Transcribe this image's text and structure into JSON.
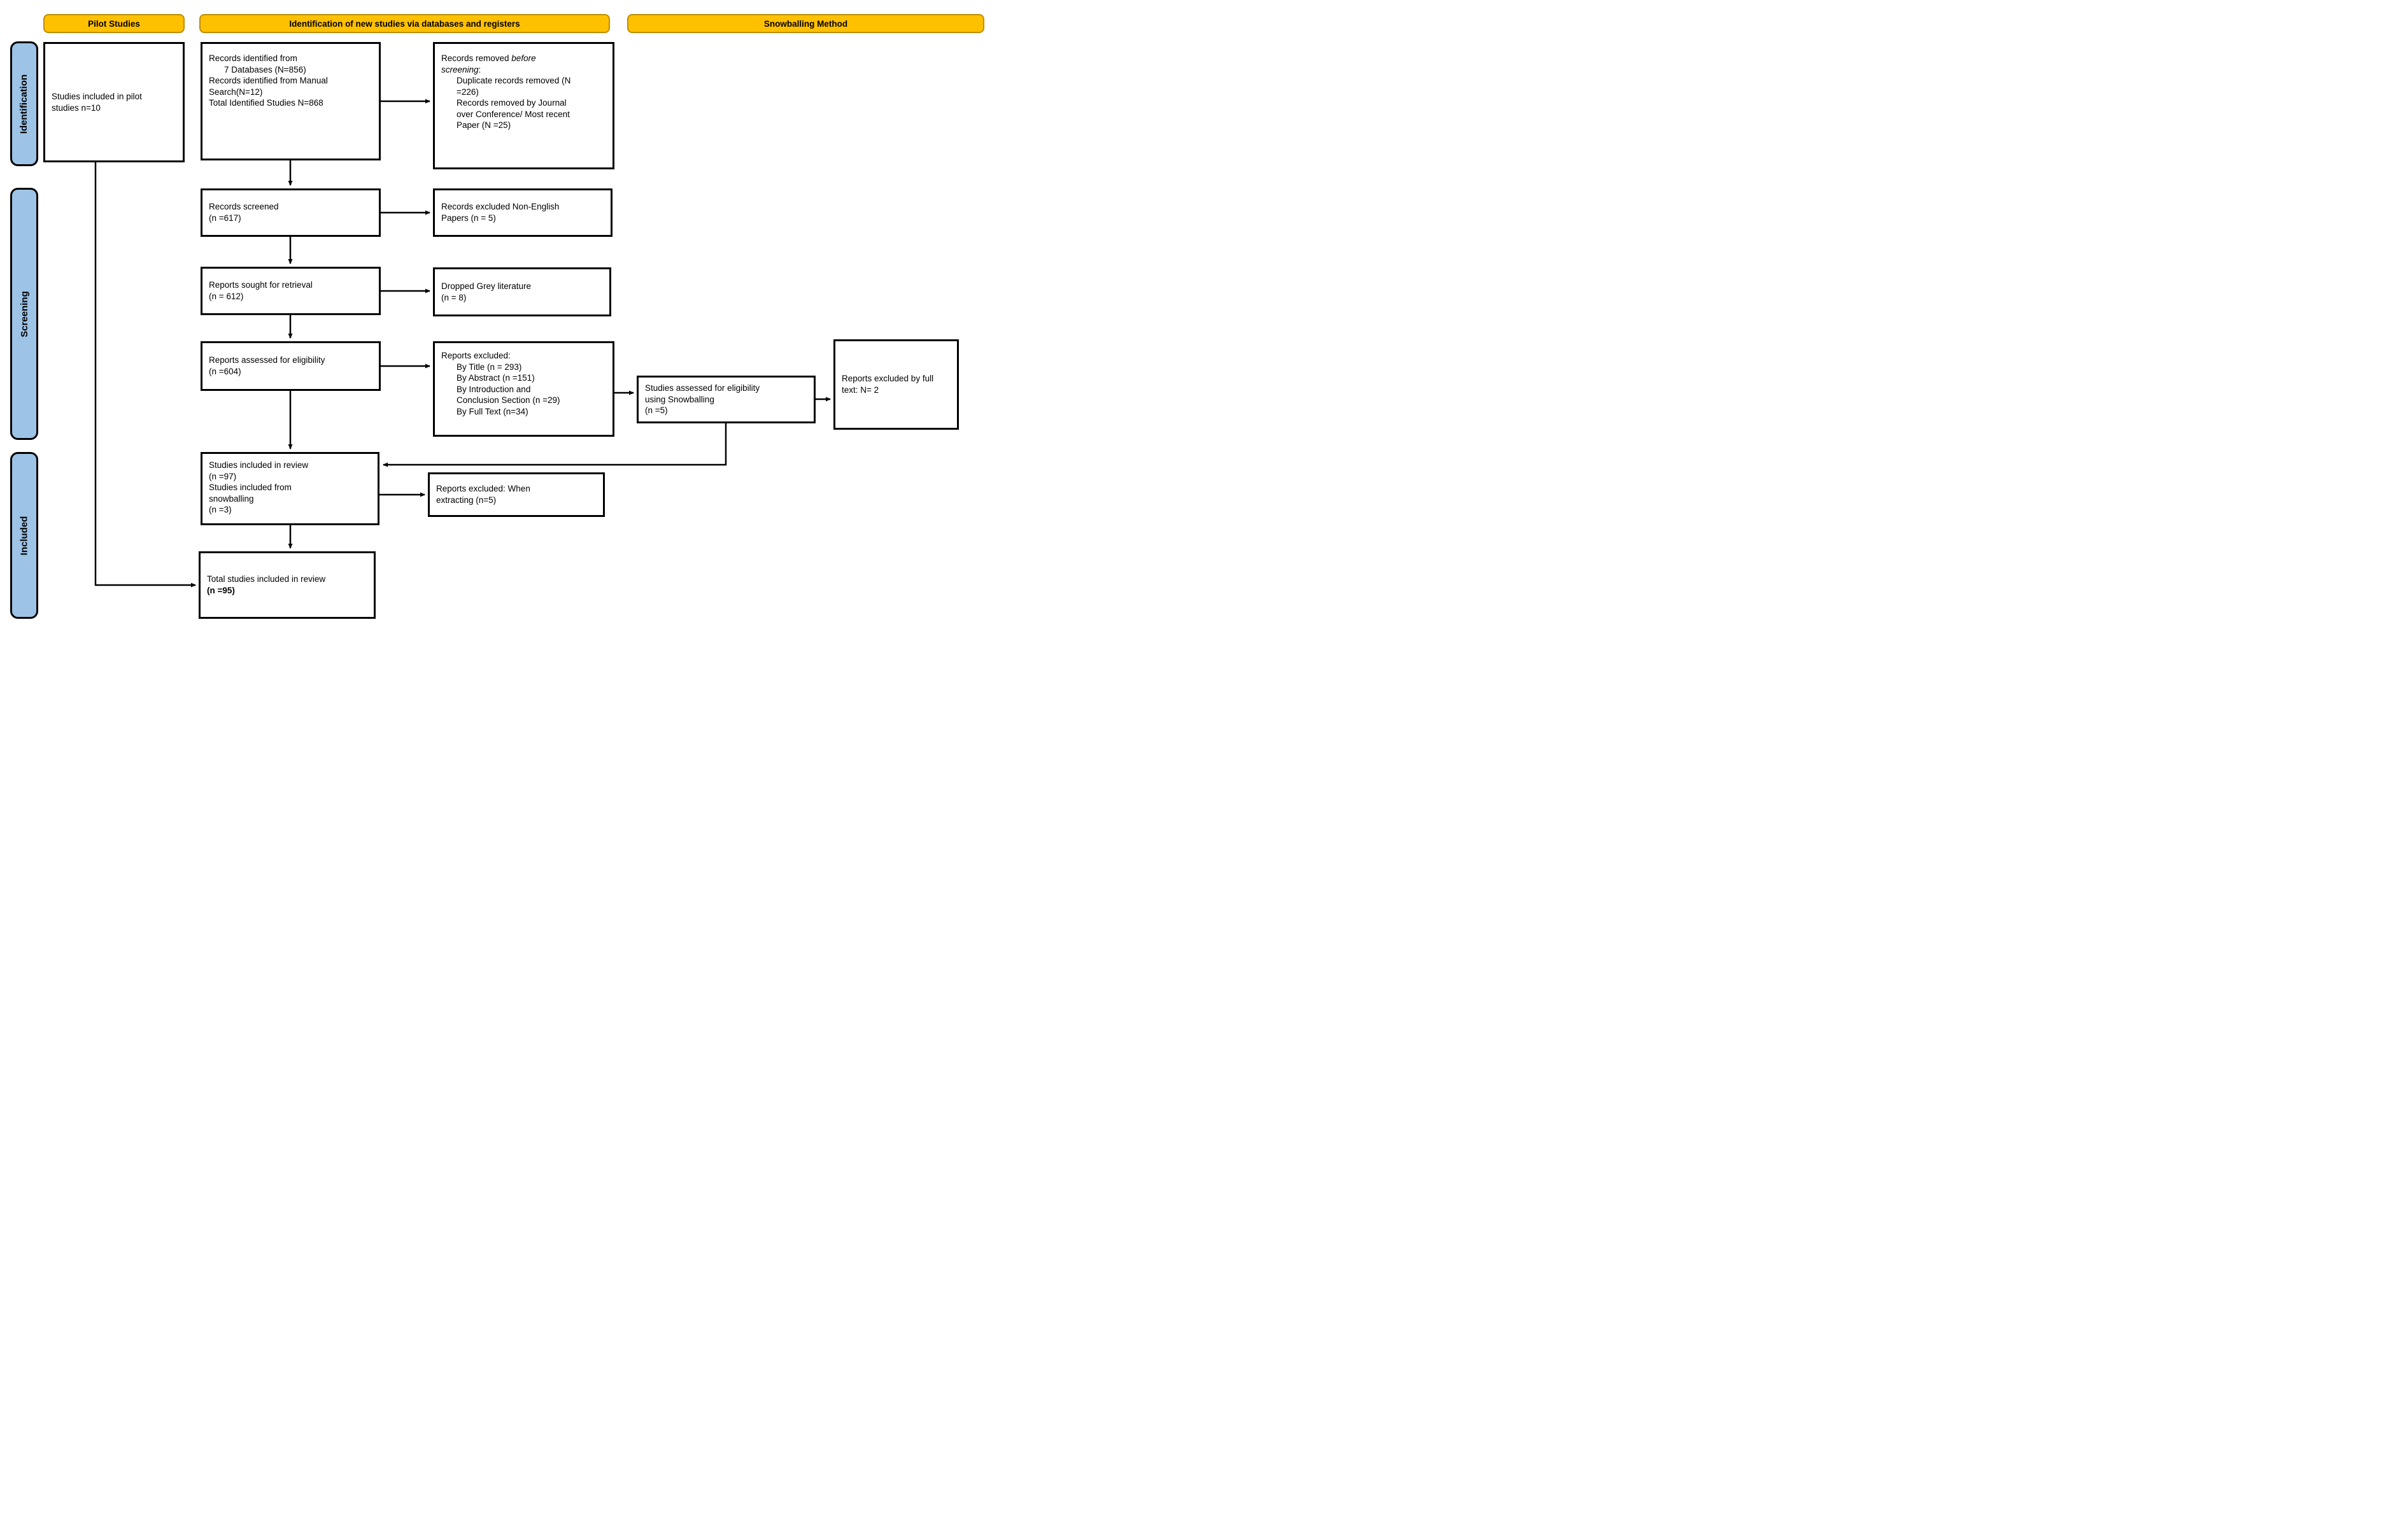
{
  "headers": {
    "pilot": "Pilot Studies",
    "databases": "Identification of new studies via databases and registers",
    "snowballing": "Snowballing Method"
  },
  "stages": {
    "identification": "Identification",
    "screening": "Screening",
    "included": "Included"
  },
  "colors": {
    "header_bg": "#FFC000",
    "header_border": "#BD8E00",
    "stage_bg": "#9DC3E6",
    "box_border": "#000000",
    "arrow": "#000000"
  },
  "boxes": {
    "pilot_included": {
      "lines": [
        "Studies included in pilot",
        "studies n=10"
      ]
    },
    "records_identified": {
      "lines": [
        "Records identified from",
        "7 Databases (N=856)",
        "Records identified from Manual",
        "Search(N=12)",
        "Total Identified Studies N=868"
      ]
    },
    "records_removed": {
      "title_prefix": "Records removed ",
      "title_italic_1": "before",
      "title_italic_2": "screening",
      "title_suffix": ":",
      "items": [
        "Duplicate records removed (N",
        "=226)",
        "Records removed by Journal",
        "over Conference/ Most recent",
        "Paper (N =25)"
      ]
    },
    "records_screened": {
      "lines": [
        "Records screened",
        "(n =617)"
      ]
    },
    "records_excluded_nonenglish": {
      "lines": [
        "Records excluded Non-English",
        "Papers (n = 5)"
      ]
    },
    "reports_sought": {
      "lines": [
        "Reports sought for retrieval",
        "(n = 612)"
      ]
    },
    "dropped_grey": {
      "lines": [
        "Dropped Grey literature",
        "(n = 8)"
      ]
    },
    "reports_assessed": {
      "lines": [
        "Reports assessed for eligibility",
        "(n =604)"
      ]
    },
    "reports_excluded": {
      "title": "Reports excluded:",
      "items": [
        "By Title (n = 293)",
        "By Abstract (n =151)",
        "By Introduction and",
        "Conclusion Section (n =29)",
        "By Full Text (n=34)"
      ]
    },
    "snowballing_assessed": {
      "lines": [
        "Studies assessed for eligibility",
        "using Snowballing",
        "(n =5)"
      ]
    },
    "excluded_fulltext": {
      "lines": [
        "Reports excluded by full",
        "text: N= 2"
      ]
    },
    "studies_included": {
      "lines": [
        "Studies included in review",
        "(n =97)",
        "Studies included from",
        "snowballing",
        "(n =3)"
      ]
    },
    "excluded_extracting": {
      "lines": [
        "Reports excluded: When",
        "extracting (n=5)"
      ]
    },
    "total_included": {
      "line1": "Total studies included in review",
      "line2": "(n =95)"
    }
  }
}
